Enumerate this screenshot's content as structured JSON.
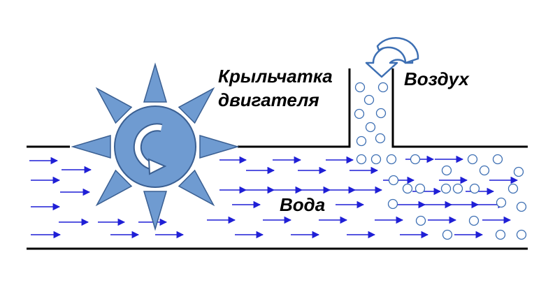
{
  "labels": {
    "impeller_line1": "Крыльчатка",
    "impeller_line2": "двигателя",
    "air": "Воздух",
    "water": "Вода"
  },
  "colors": {
    "pipe": "#000000",
    "impeller_fill": "#6f9bd1",
    "impeller_stroke": "#3a5f92",
    "flow_arrow": "#1f1fd6",
    "bubble_stroke": "#3d6fb3",
    "air_arrow_fill": "#ffffff",
    "air_arrow_stroke": "#3d6fb3"
  },
  "icons": {
    "impeller": "impeller-icon",
    "rotation": "rotation-arrow-icon",
    "air_intake": "air-intake-arrow-icon"
  }
}
